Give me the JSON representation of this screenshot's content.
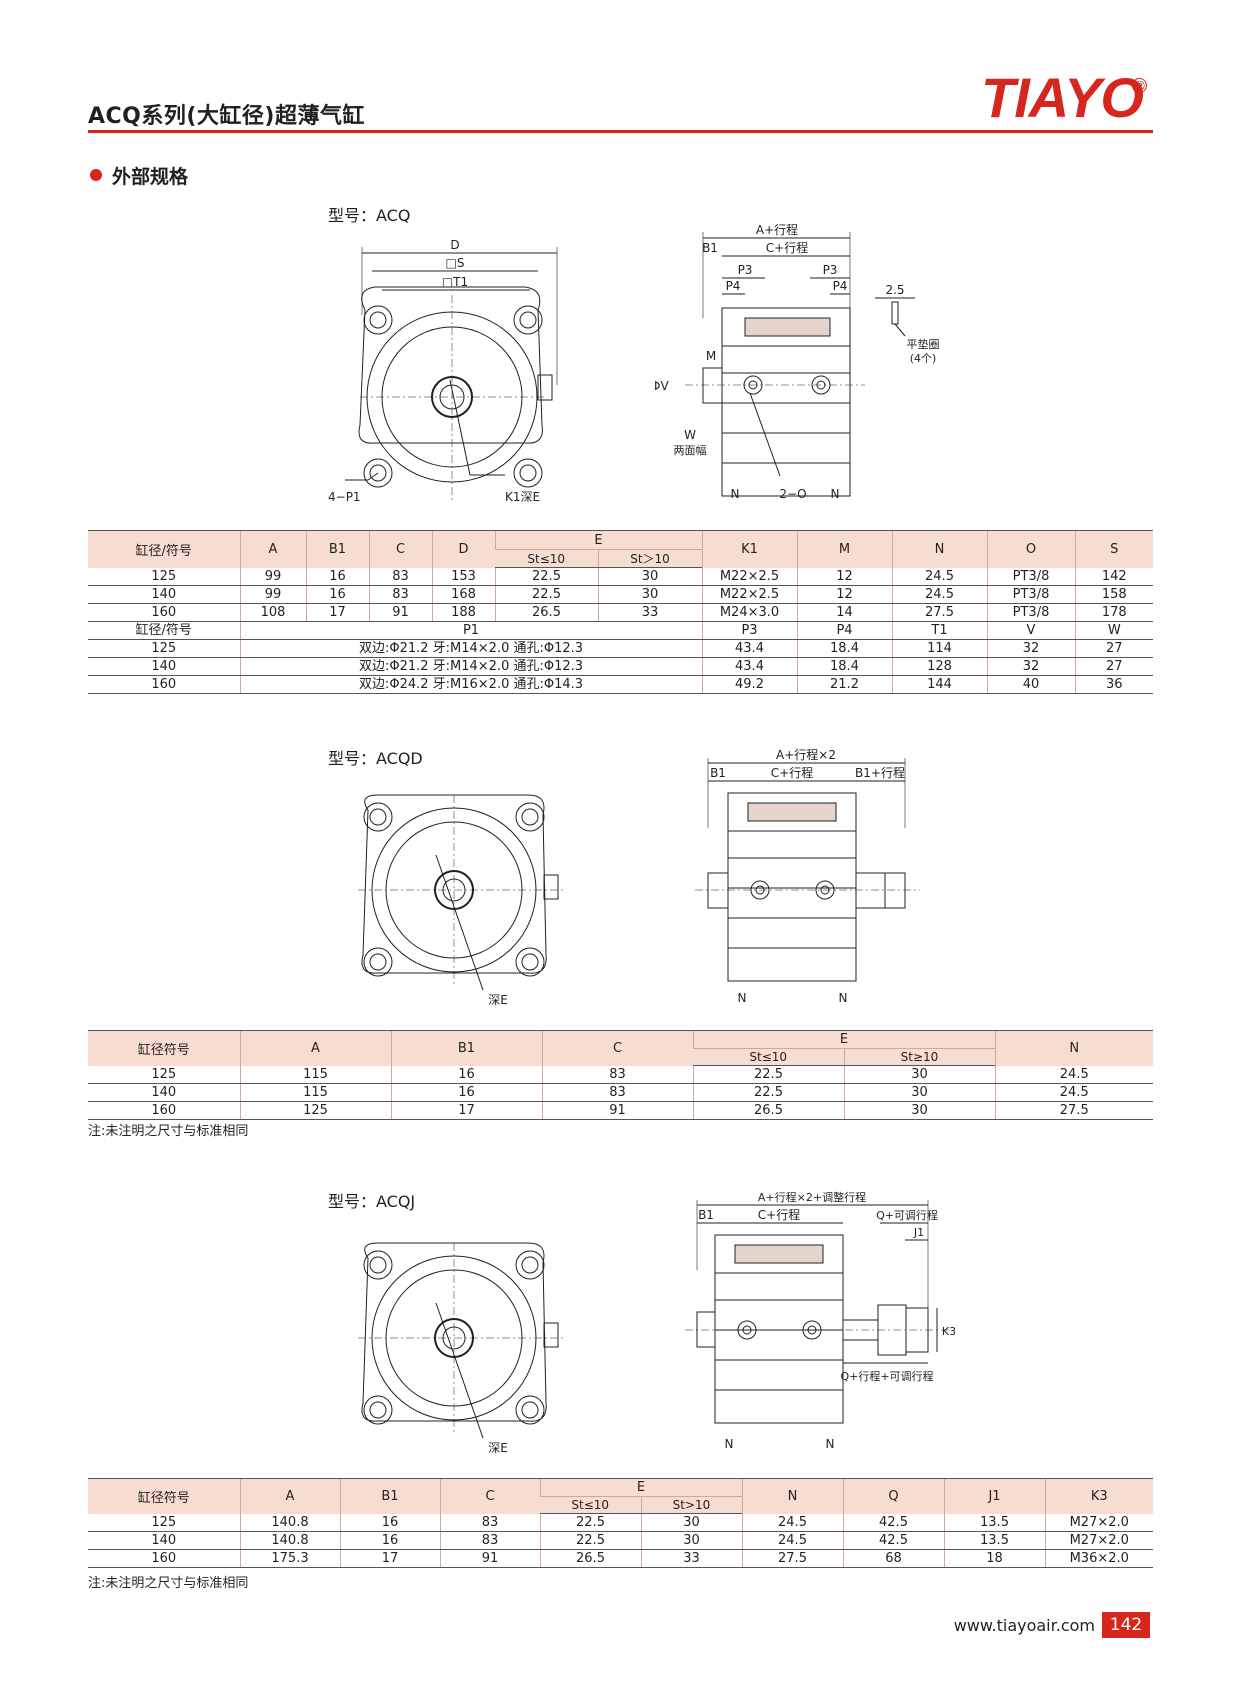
{
  "header": {
    "title": "ACQ系列(大缸径)超薄气缸",
    "logo_text": "TIAYO",
    "logo_mark": "®",
    "brand_color": "#d6271e"
  },
  "section_heading": "外部规格",
  "acq": {
    "model_label": "型号：ACQ",
    "drawing_labels": {
      "front": {
        "D": "D",
        "S": "□S",
        "T1": "□T1",
        "P1": "4−P1",
        "K1": "K1深E"
      },
      "side": {
        "A": "A+行程",
        "B1": "B1",
        "C": "C+行程",
        "P3a": "P3",
        "P3b": "P3",
        "P4a": "P4",
        "P4b": "P4",
        "M": "M",
        "V": "ΦV",
        "W": "W",
        "W_note": "两面幅",
        "N1": "N",
        "N2": "N",
        "O": "2−O",
        "pad_dim": "2.5",
        "pad_label": "平垫圈",
        "pad_qty": "(4个)"
      }
    },
    "table1": {
      "headers": [
        "缸径/符号",
        "A",
        "B1",
        "C",
        "D",
        "E",
        "K1",
        "M",
        "N",
        "O",
        "S"
      ],
      "e_sub": [
        "St≤10",
        "St＞10"
      ],
      "rows": [
        [
          "125",
          "99",
          "16",
          "83",
          "153",
          "22.5",
          "30",
          "M22×2.5",
          "12",
          "24.5",
          "PT3/8",
          "142"
        ],
        [
          "140",
          "99",
          "16",
          "83",
          "168",
          "22.5",
          "30",
          "M22×2.5",
          "12",
          "24.5",
          "PT3/8",
          "158"
        ],
        [
          "160",
          "108",
          "17",
          "91",
          "188",
          "26.5",
          "33",
          "M24×3.0",
          "14",
          "27.5",
          "PT3/8",
          "178"
        ]
      ]
    },
    "table2": {
      "headers": [
        "缸径/符号",
        "P1",
        "P3",
        "P4",
        "T1",
        "V",
        "W"
      ],
      "rows": [
        [
          "125",
          "双边:Φ21.2 牙:M14×2.0 通孔:Φ12.3",
          "43.4",
          "18.4",
          "114",
          "32",
          "27"
        ],
        [
          "140",
          "双边:Φ21.2 牙:M14×2.0 通孔:Φ12.3",
          "43.4",
          "18.4",
          "128",
          "32",
          "27"
        ],
        [
          "160",
          "双边:Φ24.2 牙:M16×2.0 通孔:Φ14.3",
          "49.2",
          "21.2",
          "144",
          "40",
          "36"
        ]
      ]
    }
  },
  "acqd": {
    "model_label": "型号：ACQD",
    "drawing_labels": {
      "A": "A+行程×2",
      "B1": "B1",
      "C": "C+行程",
      "B1b": "B1+行程",
      "depth": "深E",
      "N1": "N",
      "N2": "N"
    },
    "table": {
      "headers": [
        "缸径符号",
        "A",
        "B1",
        "C",
        "E",
        "N"
      ],
      "e_sub": [
        "St≤10",
        "St≥10"
      ],
      "rows": [
        [
          "125",
          "115",
          "16",
          "83",
          "22.5",
          "30",
          "24.5"
        ],
        [
          "140",
          "115",
          "16",
          "83",
          "22.5",
          "30",
          "24.5"
        ],
        [
          "160",
          "125",
          "17",
          "91",
          "26.5",
          "30",
          "27.5"
        ]
      ]
    },
    "note": "注:未注明之尺寸与标准相同"
  },
  "acqj": {
    "model_label": "型号：ACQJ",
    "drawing_labels": {
      "A": "A+行程×2+调整行程",
      "B1": "B1",
      "C": "C+行程",
      "Q": "Q+可调行程",
      "J1": "J1",
      "K3": "K3",
      "Q2": "Q+行程+可调行程",
      "depth": "深E",
      "N1": "N",
      "N2": "N"
    },
    "table": {
      "headers": [
        "缸径符号",
        "A",
        "B1",
        "C",
        "E",
        "N",
        "Q",
        "J1",
        "K3"
      ],
      "e_sub": [
        "St≤10",
        "St>10"
      ],
      "rows": [
        [
          "125",
          "140.8",
          "16",
          "83",
          "22.5",
          "30",
          "24.5",
          "42.5",
          "13.5",
          "M27×2.0"
        ],
        [
          "140",
          "140.8",
          "16",
          "83",
          "22.5",
          "30",
          "24.5",
          "42.5",
          "13.5",
          "M27×2.0"
        ],
        [
          "160",
          "175.3",
          "17",
          "91",
          "26.5",
          "33",
          "27.5",
          "68",
          "18",
          "M36×2.0"
        ]
      ]
    },
    "note": "注:未注明之尺寸与标准相同"
  },
  "footer": {
    "url": "www.tiayoair.com",
    "page": "142"
  }
}
